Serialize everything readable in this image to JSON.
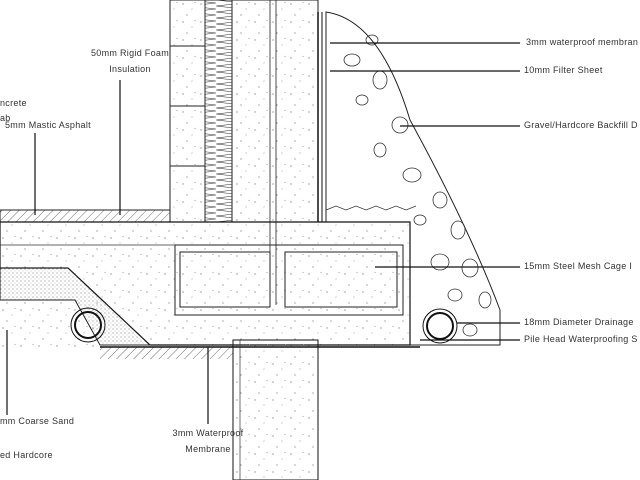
{
  "drawing": {
    "labels": {
      "rigid_foam_1": "50mm Rigid Foam",
      "rigid_foam_2": "Insulation",
      "concrete_slab_1": "ncrete",
      "concrete_slab_2": "ab",
      "mastic_asphalt": "5mm Mastic Asphalt",
      "waterproof_membrane_top": "3mm waterproof membran",
      "filter_sheet": "10mm Filter Sheet",
      "gravel_backfill": "Gravel/Hardcore Backfill D",
      "steel_mesh": "15mm Steel Mesh Cage I",
      "drainage": "18mm Diameter Drainage",
      "pile_head": "Pile Head Waterproofing S",
      "coarse_sand": "mm Coarse Sand",
      "hardcore": "ed Hardcore",
      "waterproof_membrane_bottom_1": "3mm Waterproof",
      "waterproof_membrane_bottom_2": "Membrane"
    }
  }
}
